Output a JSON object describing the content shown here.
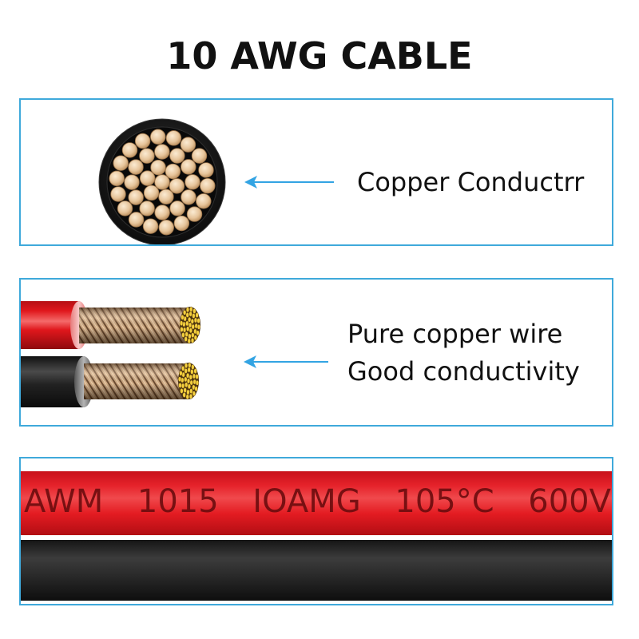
{
  "title": "10 AWG CABLE",
  "conductor_panel": {
    "label": "Copper Conductrr",
    "icon": "arrow-left-icon"
  },
  "wire_panel": {
    "line1": "Pure copper wire",
    "line2": "Good conductivity",
    "icon": "arrow-left-icon"
  },
  "marking_panel": {
    "segments": [
      "AWM",
      "1015",
      "IOAMG",
      "105°C",
      "600V"
    ]
  },
  "colors": {
    "frame": "#3fa9db",
    "arrow": "#33a4e3",
    "text": "#111111",
    "marking_text": "#6e0d0f",
    "red_insulation": "#e0171c",
    "black_insulation": "#222222",
    "copper": "#e6c49a",
    "tinned_strand_ends": "#f3cf3d"
  }
}
